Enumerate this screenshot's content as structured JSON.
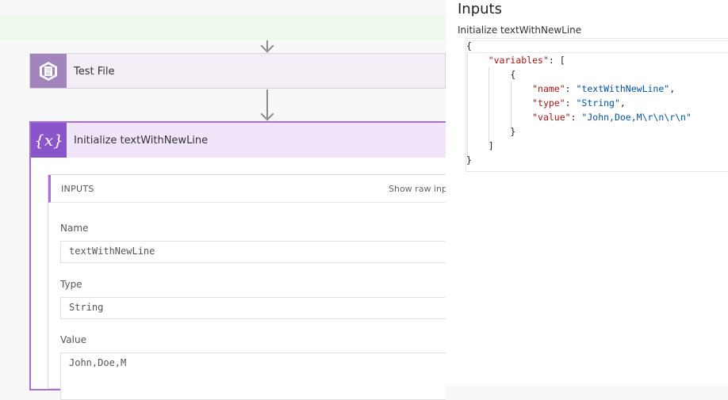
{
  "flow": {
    "test_file_card": {
      "title": "Test File",
      "icon": "file-data-icon"
    },
    "init_card": {
      "title": "Initialize textWithNewLine",
      "icon": "variable-icon",
      "icon_glyph": "{x}",
      "inputs_label": "INPUTS",
      "show_raw_label": "Show raw inpu",
      "fields": [
        {
          "label": "Name",
          "value": "textWithNewLine"
        },
        {
          "label": "Type",
          "value": "String"
        },
        {
          "label": "Value",
          "value": "John,Doe,M"
        }
      ]
    }
  },
  "side_panel": {
    "title": "Inputs",
    "subtitle": "Initialize textWithNewLine",
    "code_lines": [
      "{",
      "    \"variables\": [",
      "        {",
      "            \"name\": \"textWithNewLine\",",
      "            \"type\": \"String\",",
      "            \"value\": \"John,Doe,M\\r\\n\\r\\n\"",
      "        }",
      "    ]",
      "}"
    ]
  },
  "colors": {
    "accent_purple": "#8a55c8",
    "collapsed_icon": "#a285bd",
    "json_key": "#a31515",
    "json_string": "#0451a5"
  }
}
